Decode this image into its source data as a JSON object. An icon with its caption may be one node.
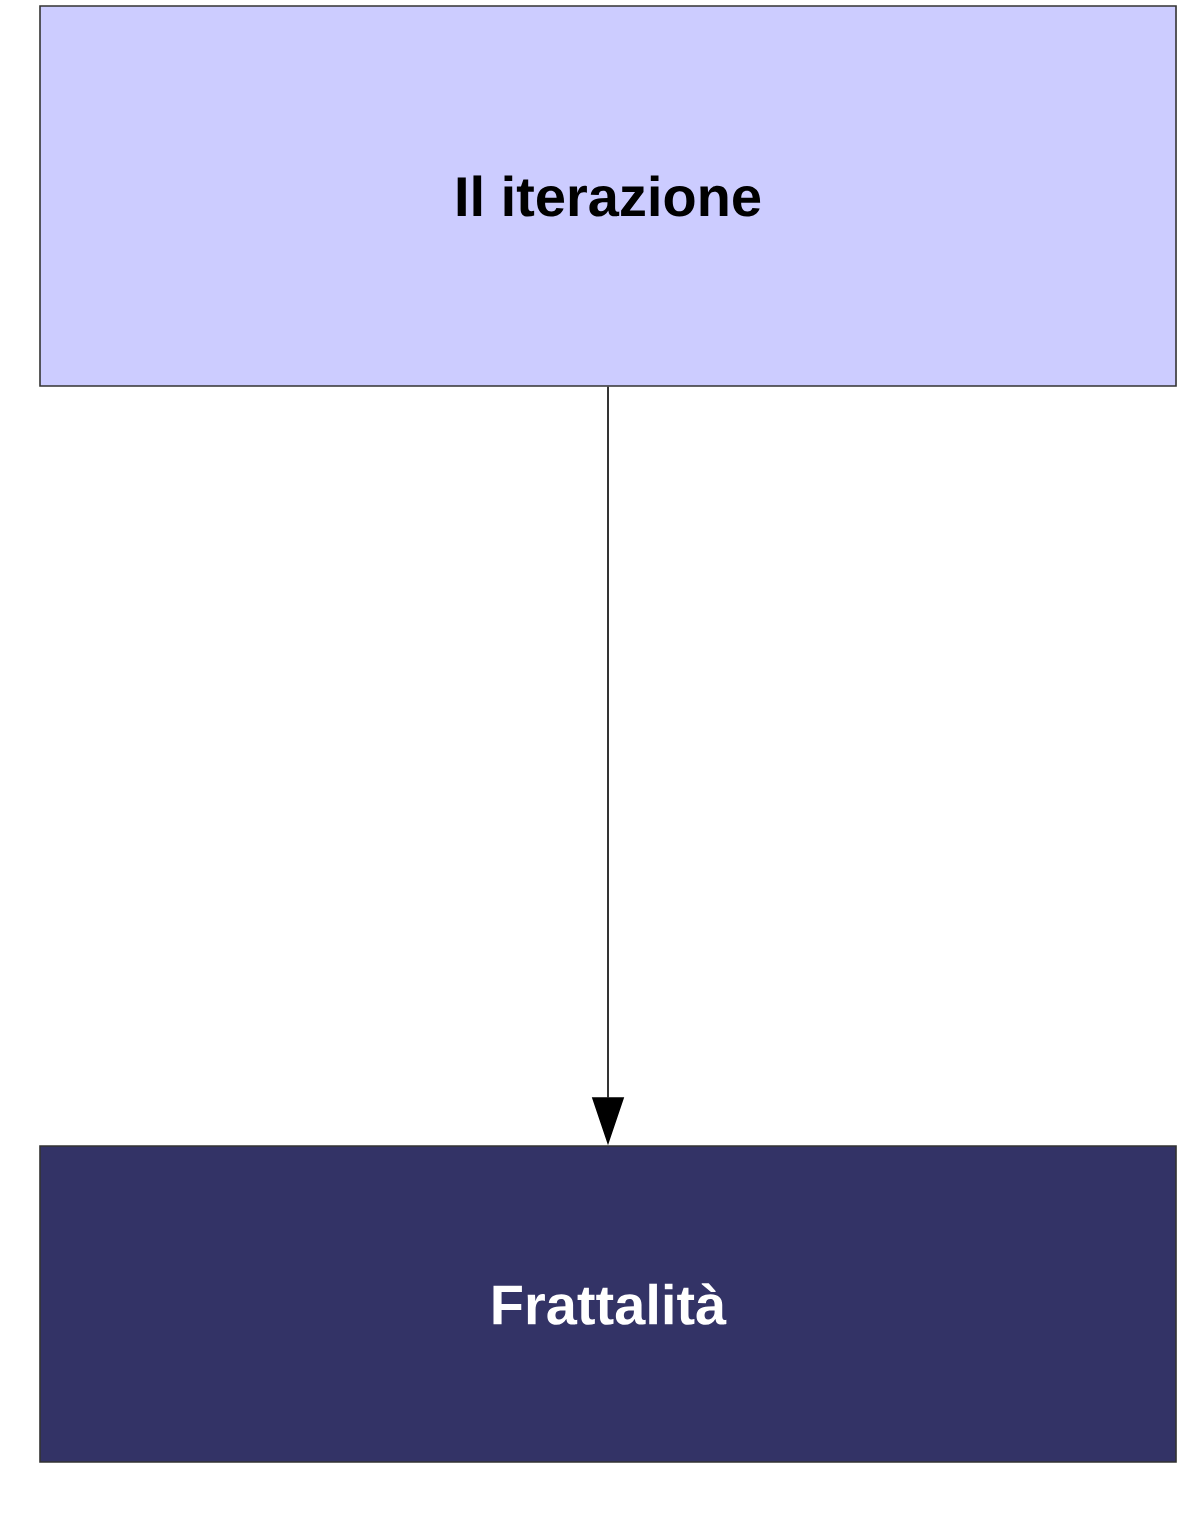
{
  "diagram": {
    "nodes": [
      {
        "text": [
          "Il iterazione"
        ]
      },
      {
        "text": [
          "Frattalità"
        ]
      }
    ],
    "edges": [
      {
        "from": 0,
        "to": 1,
        "arrow": "to"
      }
    ]
  }
}
